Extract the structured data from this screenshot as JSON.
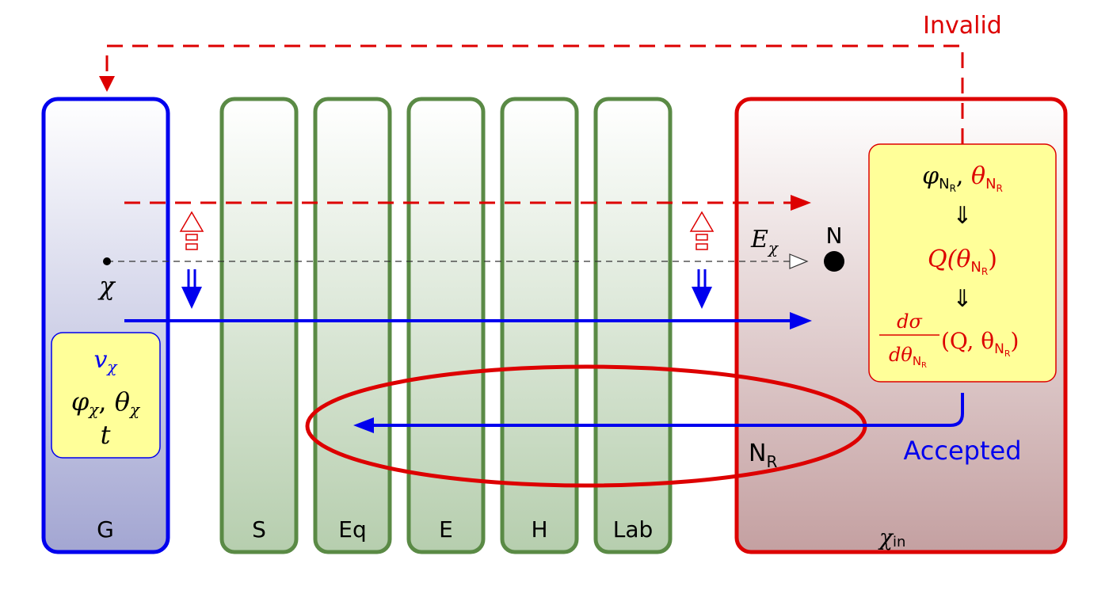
{
  "colors": {
    "blue": "#0000ee",
    "red": "#dd0000",
    "green": "#5a8a45",
    "yellow_box": "#ffff99",
    "black": "#000000"
  },
  "labels": {
    "invalid": "Invalid",
    "accepted": "Accepted",
    "panel_g": "G",
    "panel_chi_in_sym": "χ",
    "panel_chi_in_sub": "in",
    "layer_s": "S",
    "layer_eq": "Eq",
    "layer_e": "E",
    "layer_h": "H",
    "layer_lab": "Lab",
    "nucleus_n": "N",
    "recoil_nr_main": "N",
    "recoil_nr_sub": "R",
    "energy_e": "E",
    "energy_sub": "χ",
    "particle_chi": "χ"
  },
  "source_box": {
    "v_line_sym": "v",
    "v_line_sub": "χ",
    "angles_phi": "φ",
    "angles_phi_sub": "χ",
    "angles_sep": ",",
    "angles_theta": "θ",
    "angles_theta_sub": "χ",
    "time": "t"
  },
  "process_box": {
    "phi": "φ",
    "theta": "θ",
    "sub_main": "N",
    "sub_sub": "R",
    "comma": ",",
    "implies": "⇓",
    "q_func": "Q(θ",
    "q_close": ")",
    "numerator": "dσ",
    "denominator": "dθ",
    "tail_open": "(Q, θ",
    "tail_close": ")"
  }
}
